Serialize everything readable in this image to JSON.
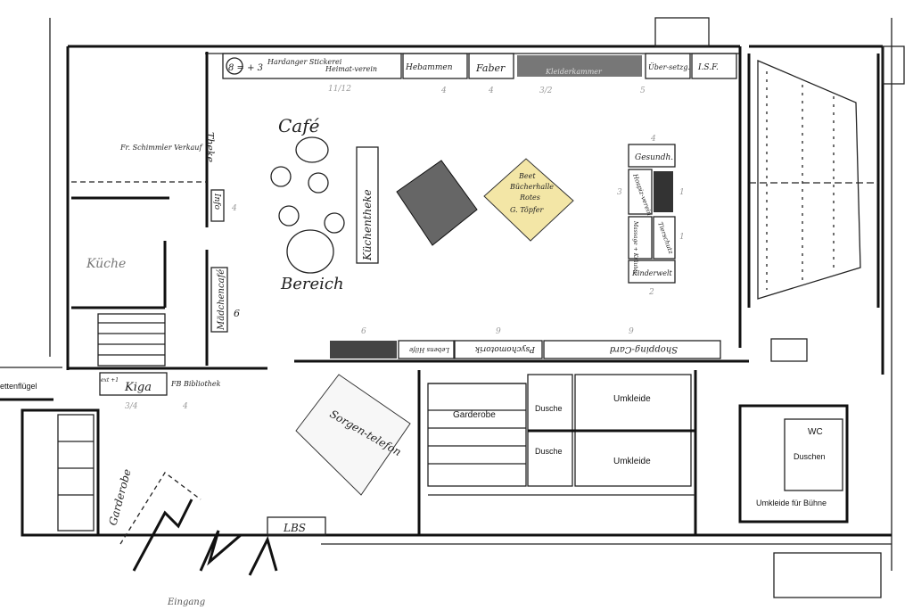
{
  "plan": {
    "top_booths": [
      {
        "label": "8 = + 3",
        "size": ""
      },
      {
        "label": "Hardanger Stickerei",
        "size": "11/12"
      },
      {
        "label": "Heimat-verein",
        "size": ""
      },
      {
        "label": "Hebammen",
        "size": "4"
      },
      {
        "label": "Faber",
        "size": "4"
      },
      {
        "label": "Kleiderkammer",
        "size": "3/2"
      },
      {
        "label": "Über-setzg.",
        "size": "5"
      },
      {
        "label": "I.S.F.",
        "size": ""
      }
    ],
    "bottom_booths": [
      {
        "label": "Lebens Hilfe",
        "size": "6"
      },
      {
        "label": "Psychomotorik",
        "size": "9"
      },
      {
        "label": "Shopping-Card",
        "size": "9"
      }
    ],
    "cafe": {
      "title": "Café",
      "counter": "Küchentheke",
      "area": "Bereich"
    },
    "left_rooms": {
      "counter": "Theke",
      "sale": "Fr. Schimmler Verkauf",
      "kitchen": "Küche",
      "info": "Info",
      "girls_cafe": "Mädchencafé",
      "info_size": "4",
      "girls_size": "6"
    },
    "right_island": {
      "top": "Gesundh.",
      "left_top": "Hospiz-verein",
      "left_bottom": "Massage + Kräuter",
      "right_bottom": "Tierschutz",
      "bottom": "Kinderwelt",
      "sizes": [
        "4",
        "3",
        "1",
        "1",
        "2"
      ]
    },
    "yellow_note": [
      "Beet",
      "Bücherhalle",
      "Rotes",
      "G. Töpfer"
    ],
    "diamond_note": "Sorgen-telefon",
    "rooms": {
      "garderobe": "Garderobe",
      "dusche1": "Dusche",
      "dusche2": "Dusche",
      "umkleide1": "Umkleide",
      "umkleide2": "Umkleide",
      "wc": "WC",
      "duschen": "Duschen",
      "umkleide_buehne": "Umkleide für Bühne",
      "lbs": "LBS",
      "kiga": "Kiga",
      "kiga_extra": "ext +1",
      "fb": "FB Bibliothek",
      "kiga_size": "3/4",
      "fb_size": "4",
      "wing": "ettenflügel",
      "entrance": "Eingang",
      "cloak_hand": "Garderobe"
    }
  }
}
